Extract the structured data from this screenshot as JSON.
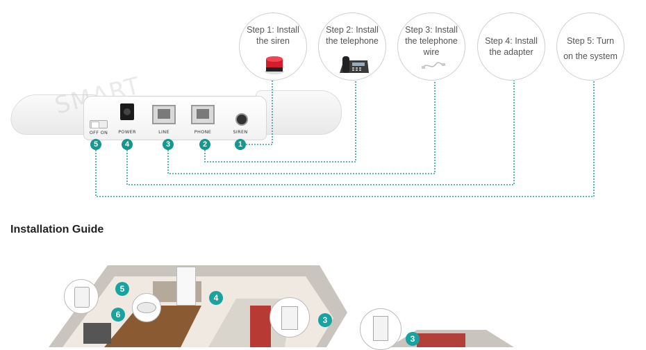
{
  "steps": [
    {
      "label": "Step 1: Install\nthe siren"
    },
    {
      "label": "Step 2: Install\nthe telephone"
    },
    {
      "label": "Step 3: Install\nthe telephone\nwire"
    },
    {
      "label": "Step 4: Install\nthe adapter"
    },
    {
      "label": "Step 5: Turn\non the system"
    }
  ],
  "ports": {
    "switch": "OFF  ON",
    "power": "POWER",
    "line": "LINE",
    "phone": "PHONE",
    "siren": "SIREN"
  },
  "badges": [
    "1",
    "2",
    "3",
    "4",
    "5"
  ],
  "section": {
    "heading": "Installation Guide"
  },
  "house_badges": [
    "5",
    "6",
    "4",
    "3",
    "3"
  ],
  "colors": {
    "accent": "#12988f",
    "dotted_line": "#2aa59a"
  }
}
